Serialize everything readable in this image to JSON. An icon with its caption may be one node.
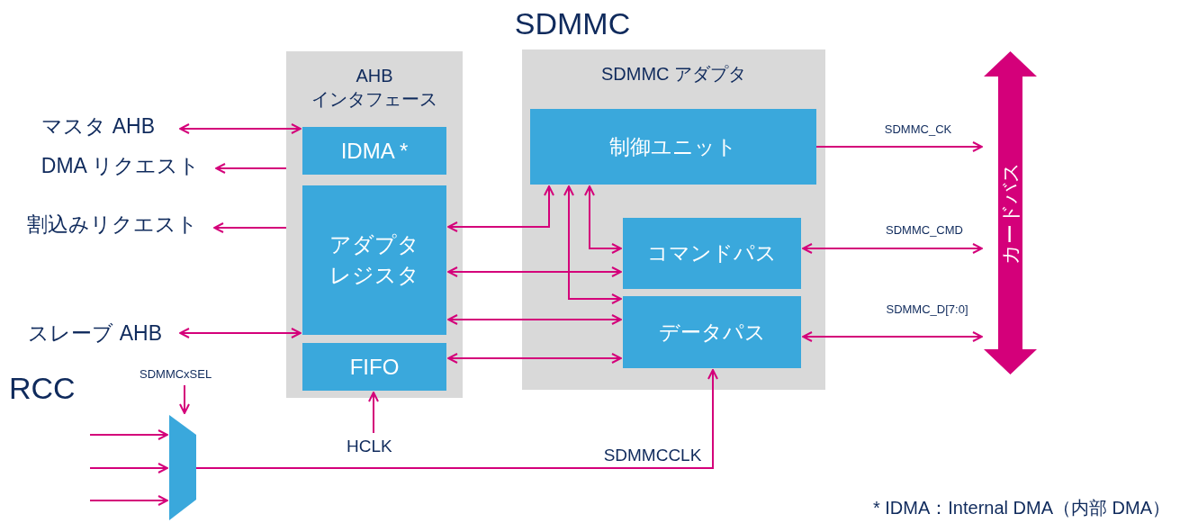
{
  "diagram": {
    "title": "SDMMC",
    "nodes": [
      {
        "text": [
          "AHB インタフェース"
        ]
      },
      {
        "text": [
          "IDMA *"
        ],
        "in": 0
      },
      {
        "text": [
          "アダプタレジスタ"
        ],
        "in": 0
      },
      {
        "text": [
          "FIFO"
        ],
        "in": 0
      },
      {
        "text": [
          "SDMMC アダプタ"
        ]
      },
      {
        "text": [
          "制御ユニット"
        ],
        "in": 4
      },
      {
        "text": [
          "コマンドパス"
        ],
        "in": 4
      },
      {
        "text": [
          "データパス"
        ],
        "in": 4
      },
      {
        "text": [
          "マスタ AHB"
        ]
      },
      {
        "text": [
          "DMA リクエスト"
        ]
      },
      {
        "text": [
          "割込みリクエスト"
        ]
      },
      {
        "text": [
          "スレーブ AHB"
        ]
      },
      {
        "text": [
          "カードバス"
        ]
      },
      {
        "text": [
          "HCLK"
        ]
      },
      {
        "text": [],
        "shape": "trapezoid"
      },
      {
        "text": [
          "SDMMCxSEL"
        ]
      }
    ],
    "edges": [
      {
        "from": 8,
        "to": 1,
        "arrow": "both"
      },
      {
        "from": 0,
        "to": 9,
        "arrow": "to"
      },
      {
        "from": 0,
        "to": 10,
        "arrow": "to"
      },
      {
        "from": 11,
        "to": 2,
        "arrow": "both"
      },
      {
        "from": 2,
        "to": 5,
        "arrow": "both"
      },
      {
        "from": 2,
        "to": 6,
        "arrow": "both"
      },
      {
        "from": 2,
        "to": 7,
        "arrow": "both"
      },
      {
        "from": 3,
        "to": 7,
        "arrow": "both"
      },
      {
        "from": 5,
        "to": 6,
        "arrow": "both"
      },
      {
        "from": 5,
        "to": 7,
        "arrow": "both"
      },
      {
        "from": 5,
        "to": 12,
        "arrow": "to",
        "label": "SDMMC_CK"
      },
      {
        "from": 6,
        "to": 12,
        "arrow": "both",
        "label": "SDMMC_CMD"
      },
      {
        "from": 7,
        "to": 12,
        "arrow": "both",
        "label": "SDMMC_D[7:0]"
      },
      {
        "from": 13,
        "to": 3,
        "arrow": "to"
      },
      {
        "from": 14,
        "to": 7,
        "arrow": "to",
        "label": "SDMMCCLK"
      },
      {
        "from": 15,
        "to": 14,
        "arrow": "to"
      },
      {
        "from": null,
        "to": 14,
        "arrow": "to"
      },
      {
        "from": null,
        "to": 14,
        "arrow": "to"
      },
      {
        "from": null,
        "to": 14,
        "arrow": "to"
      }
    ],
    "labels": [
      "RCC",
      "* IDMA：Internal DMA（内部 DMA）"
    ]
  }
}
